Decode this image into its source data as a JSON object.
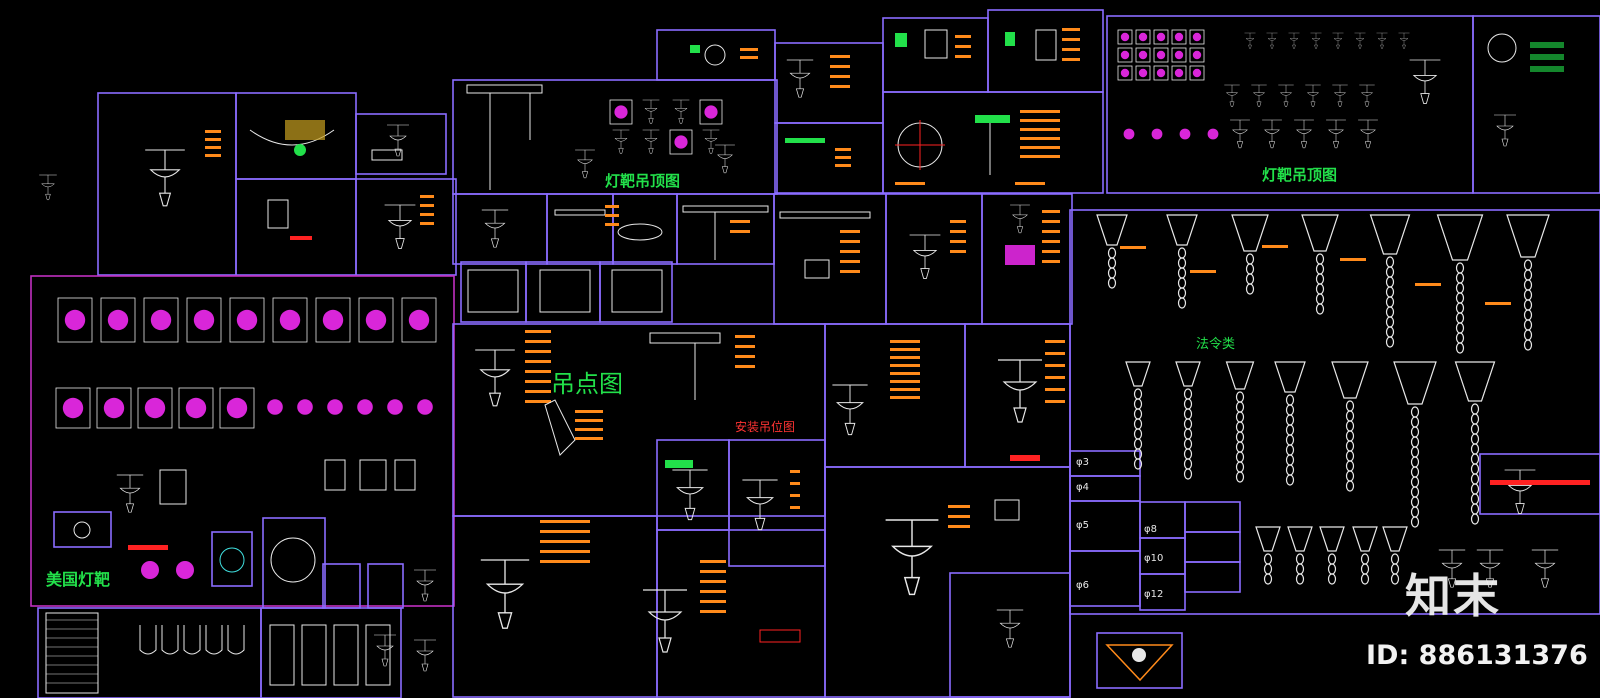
{
  "labels": {
    "lamp_ceiling_1": "灯靶吊顶图",
    "lamp_ceiling_2": "灯靶吊顶图",
    "hanging_point": "吊点图",
    "french": "法令类",
    "american": "美国灯靶",
    "install_position": "安装吊位图"
  },
  "size_labels": [
    "φ3",
    "φ4",
    "φ5",
    "φ6",
    "φ8",
    "φ10",
    "φ12"
  ],
  "watermark": {
    "brand": "知末",
    "id": "ID: 886131376"
  },
  "colors": {
    "frame": "#8a6cff",
    "frame_alt": "#c030c0",
    "drawing": "#e8e8e8",
    "annotation": "#ff8a1a",
    "accent_magenta": "#ff2dff",
    "accent_green": "#22e04a",
    "accent_red": "#ff2222",
    "background": "#000000"
  }
}
